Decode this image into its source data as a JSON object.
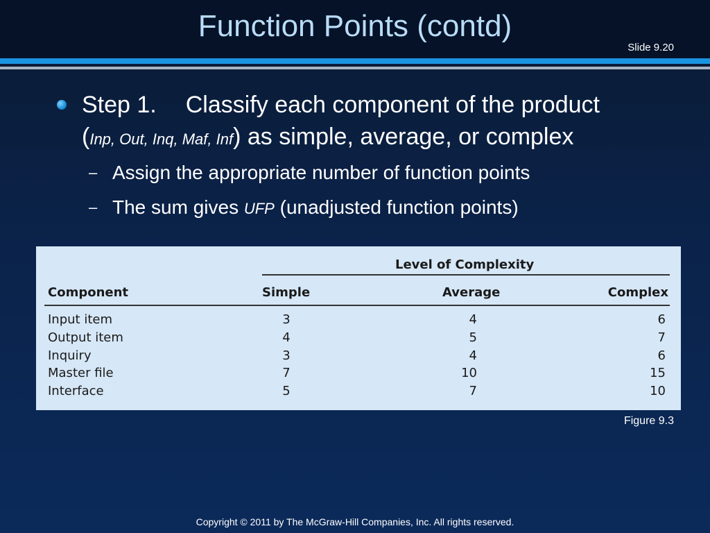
{
  "slide": {
    "title": "Function Points (contd)",
    "slide_number": "Slide 9.20",
    "figure_caption": "Figure 9.3",
    "copyright": "Copyright © 2011 by The McGraw-Hill Companies, Inc.  All rights reserved."
  },
  "bullets": {
    "step_label": "Step 1.",
    "step_text_1": "Classify each component of the product",
    "paren_open": "(",
    "terms": [
      "Inp",
      "Out",
      "Inq",
      "Maf",
      "Inf"
    ],
    "sep": ", ",
    "paren_close": ")",
    "step_text_2": " as simple, average, or complex",
    "sub1": "Assign the appropriate number of function points",
    "sub2_pre": "The sum gives ",
    "sub2_term": "UFP",
    "sub2_post": " (unadjusted function points)",
    "dash": "–"
  },
  "table": {
    "group_header": "Level of Complexity",
    "headers": [
      "Component",
      "Simple",
      "Average",
      "Complex"
    ],
    "rows": [
      [
        "Input item",
        "3",
        "4",
        "6"
      ],
      [
        "Output item",
        "4",
        "5",
        "7"
      ],
      [
        "Inquiry",
        "3",
        "4",
        "6"
      ],
      [
        "Master file",
        "7",
        "10",
        "15"
      ],
      [
        "Interface",
        "5",
        "7",
        "10"
      ]
    ]
  }
}
